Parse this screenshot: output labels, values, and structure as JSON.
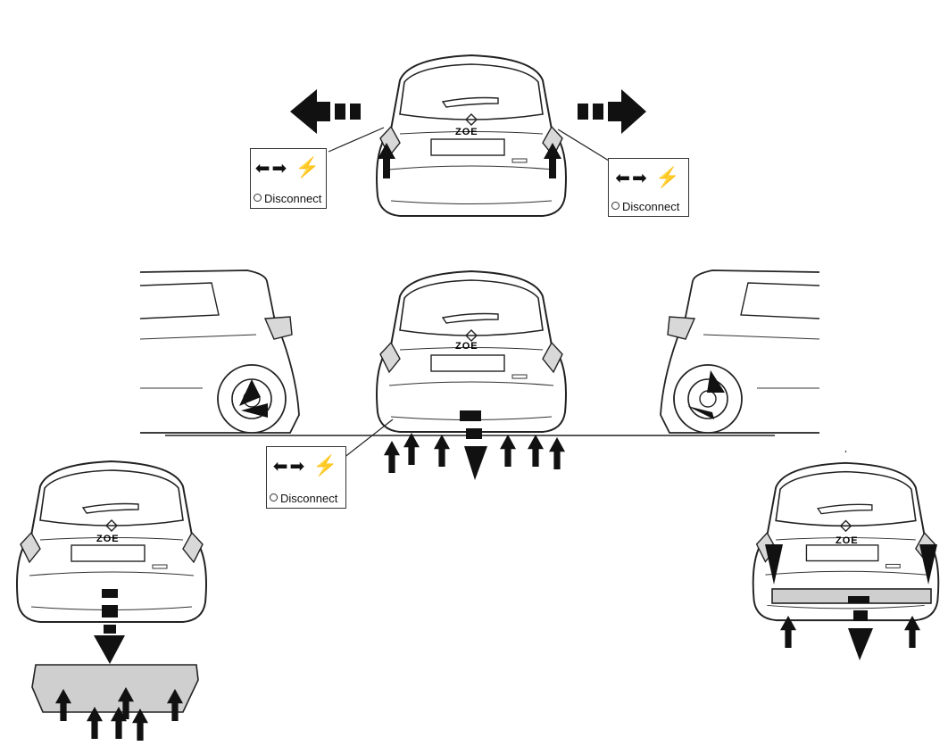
{
  "figure": {
    "car_badge_text": "ZOE",
    "callouts": [
      {
        "glyphs": "⬅➡",
        "bolt": "⚡",
        "caption": "Disconnect"
      },
      {
        "glyphs": "⬅➡",
        "bolt": "⚡",
        "caption": "Disconnect"
      },
      {
        "glyphs": "⬅➡",
        "bolt": "⚡",
        "caption": "Disconnect"
      }
    ],
    "colors": {
      "line": "#222222",
      "arrow": "#111111",
      "part_fill": "#cfcfcf",
      "lamp_fill": "#d8d8d8"
    }
  }
}
